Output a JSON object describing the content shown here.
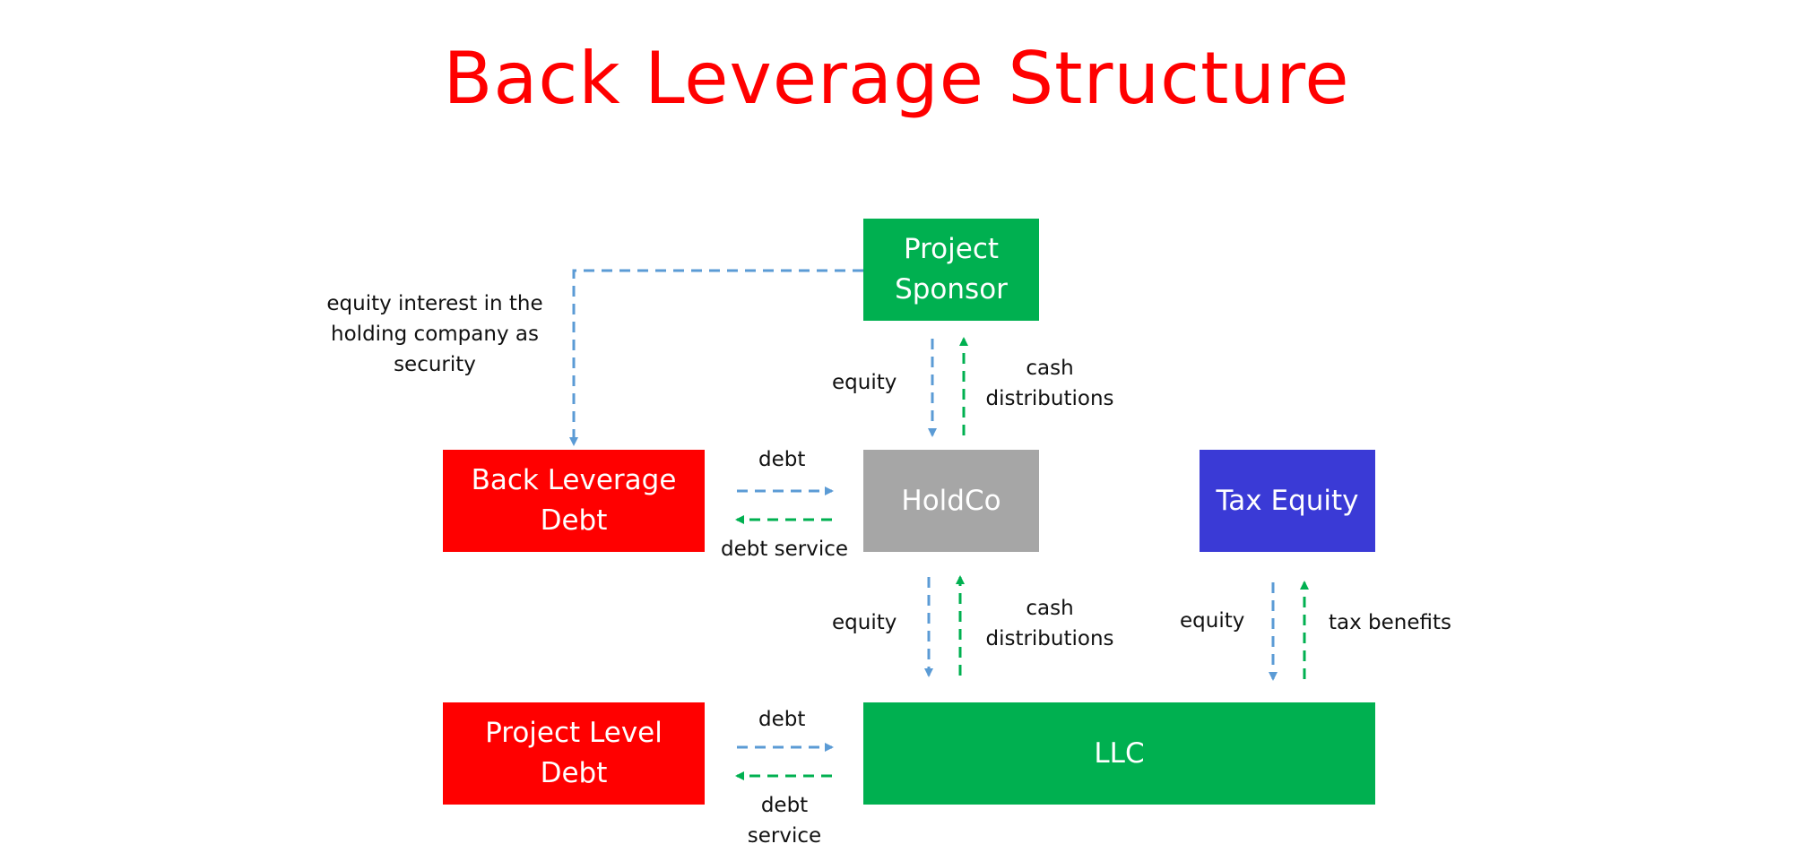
{
  "title": "Back Leverage Structure",
  "colors": {
    "title": "#ff0000",
    "sponsor_box": "#00b050",
    "debt_box": "#ff0000",
    "holdco_box": "#a6a6a6",
    "tax_equity_box": "#3a3ad6",
    "llc_box": "#00b050",
    "blue_arrow": "#5b9bd5",
    "green_arrow": "#00b050"
  },
  "boxes": {
    "project_sponsor": "Project\nSponsor",
    "back_leverage_debt": "Back Leverage\nDebt",
    "holdco": "HoldCo",
    "tax_equity": "Tax Equity",
    "project_level_debt": "Project Level\nDebt",
    "llc": "LLC"
  },
  "labels": {
    "equity_interest": "equity interest in the\nholding company as\nsecurity",
    "sponsor_equity": "equity",
    "sponsor_cash": "cash\ndistributions",
    "back_debt": "debt",
    "back_debt_service": "debt service",
    "holdco_equity": "equity",
    "holdco_cash": "cash\ndistributions",
    "tax_equity_equity": "equity",
    "tax_benefits": "tax benefits",
    "project_debt": "debt",
    "project_debt_service": "debt\nservice"
  }
}
